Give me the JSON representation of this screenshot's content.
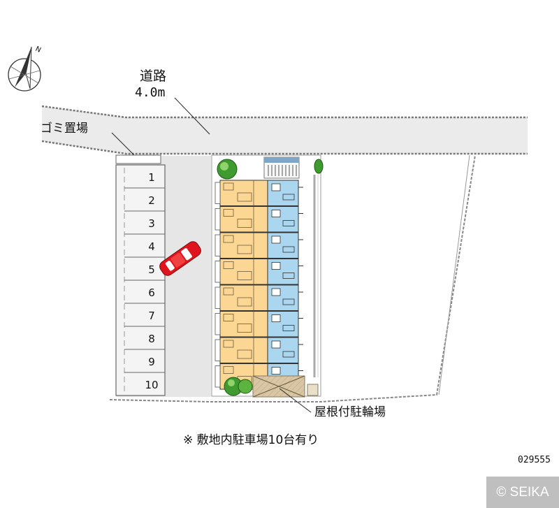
{
  "labels": {
    "road_name": "道路",
    "road_width": "4.0m",
    "garbage_area": "ゴミ置場",
    "bicycle_parking": "屋根付駐輪場",
    "parking_note": "※ 敷地内駐車場10台有り",
    "property_code": "029555",
    "credit": "© SEIKA"
  },
  "compass": {
    "north_label": "N",
    "icon": "compass-icon"
  },
  "parking_slots": [
    "1",
    "2",
    "3",
    "4",
    "5",
    "6",
    "7",
    "8",
    "9",
    "10"
  ],
  "building": {
    "unit_rows": 8
  },
  "colors": {
    "road": "#ebebeb",
    "parking_lot": "#e6e6e6",
    "unit_orange": "#fcd794",
    "unit_blue": "#aad6ef",
    "car_red": "#e0141e",
    "tree_green": "#3f9a2f",
    "bike_roof": "#d9c6a4"
  }
}
